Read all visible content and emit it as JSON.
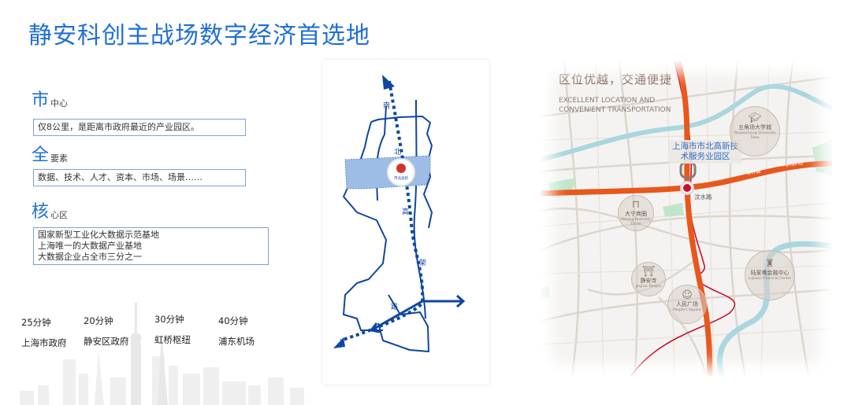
{
  "header": {
    "title": "静安科创主战场数字经济首选地"
  },
  "features": [
    {
      "big": "市",
      "small": "中心",
      "lines": [
        "仅8公里，是距离市政府最近的产业园区。"
      ]
    },
    {
      "big": "全",
      "small": "要素",
      "lines": [
        "数据、技术、人才、资本、市场、场景……"
      ]
    },
    {
      "big": "核",
      "small": "心区",
      "lines": [
        "国家新型工业化大数据示范基地",
        "上海唯一的大数据产业基地",
        "大数据企业占全市三分之一"
      ]
    }
  ],
  "travel_times": [
    {
      "time": "25分钟",
      "place": "上海市政府"
    },
    {
      "time": "20分钟",
      "place": "静安区政府"
    },
    {
      "time": "30分钟",
      "place": "虹桥枢纽"
    },
    {
      "time": "40分钟",
      "place": "浦东机场"
    }
  ],
  "diagram": {
    "road_chars": [
      "南",
      "北",
      "高",
      "架",
      "路"
    ],
    "logo_text": "市北高新",
    "colors": {
      "line": "#0d47a1",
      "zone": "#9dbde6"
    }
  },
  "map": {
    "title": "区位优越，交通便捷",
    "subtitle_line1": "EXCELLENT LOCATION AND",
    "subtitle_line2": "CONVENIENT TRANSPORTATION",
    "park_label_line1": "上海市市北高新技",
    "park_label_line2": "术服务业园区",
    "metro_station": "汶水路",
    "road_label": "中环路",
    "road_label_en": "Zhonghuan Rd",
    "pois": [
      {
        "name": "五角场大学城",
        "en": "Wujiaochang University Town",
        "icon": "graduation-cap"
      },
      {
        "name": "大宁商圈",
        "en": "Daning Business Circle",
        "icon": "shopping-bag"
      },
      {
        "name": "静安寺",
        "en": "Jing'an Temple",
        "icon": "temple"
      },
      {
        "name": "人民广场",
        "en": "People's Square",
        "icon": "people"
      },
      {
        "name": "陆家嘴金融中心",
        "en": "Lujiazui Financial Center",
        "icon": "tower"
      }
    ],
    "colors": {
      "highway": "#e8571c",
      "metro": "#c8102e",
      "river": "#a9d6df",
      "park": "#8fd1a6",
      "road": "#d9d1c8"
    }
  }
}
